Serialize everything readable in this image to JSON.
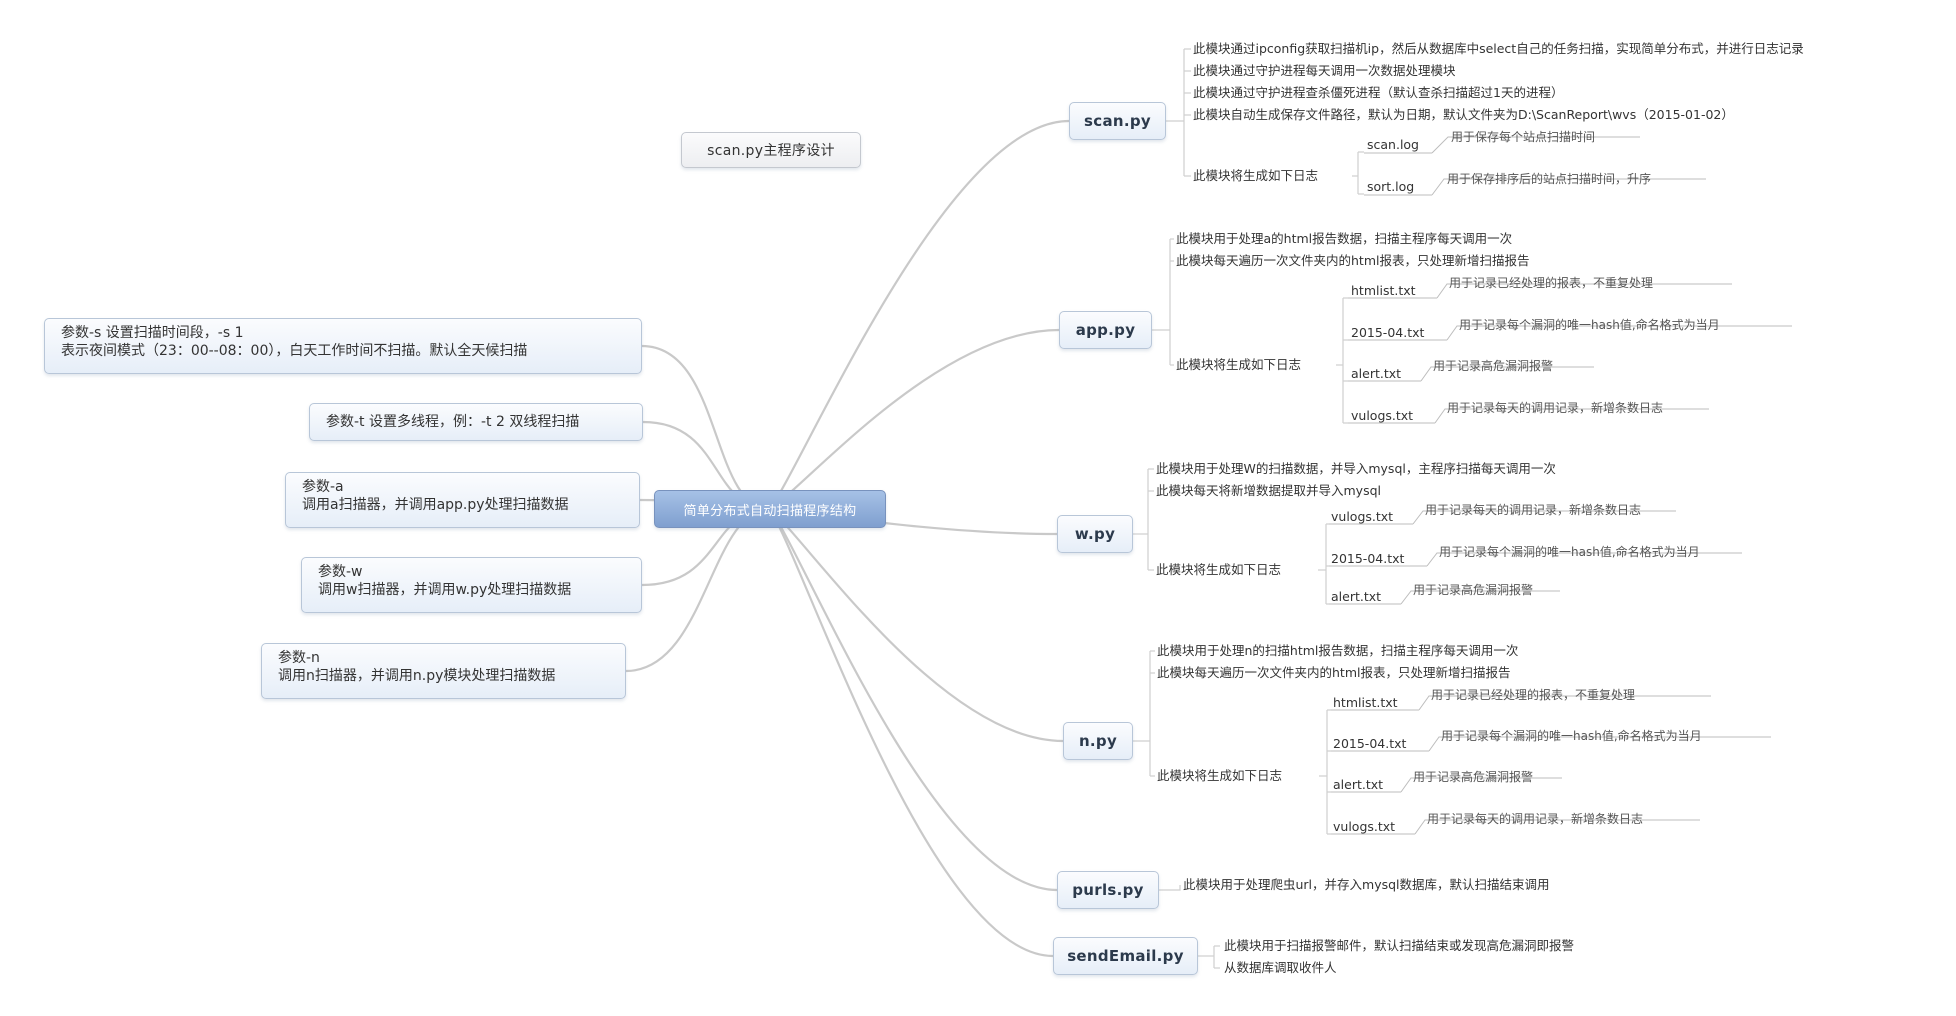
{
  "title_node": "scan.py主程序设计",
  "central": "简单分布式自动扫描程序结构",
  "params": [
    {
      "line1": "参数-s 设置扫描时间段，-s 1",
      "line2": "表示夜间模式（23：00--08：00），白天工作时间不扫描。默认全天候扫描"
    },
    {
      "line1": "参数-t 设置多线程，例：-t 2 双线程扫描",
      "line2": ""
    },
    {
      "line1": "参数-a",
      "line2": "调用a扫描器，并调用app.py处理扫描数据"
    },
    {
      "line1": "参数-w",
      "line2": "调用w扫描器，并调用w.py处理扫描数据"
    },
    {
      "line1": "参数-n",
      "line2": "调用n扫描器，并调用n.py模块处理扫描数据"
    }
  ],
  "modules": {
    "scan": {
      "name": "scan.py",
      "notes": [
        "此模块通过ipconfig获取扫描机ip，然后从数据库中select自己的任务扫描，实现简单分布式，并进行日志记录",
        "此模块通过守护进程每天调用一次数据处理模块",
        "此模块通过守护进程查杀僵死进程（默认查杀扫描超过1天的进程）",
        "此模块自动生成保存文件路径，默认为日期，默认文件夹为D:\\ScanReport\\wvs（2015-01-02）"
      ],
      "log_label": "此模块将生成如下日志",
      "logs": [
        {
          "file": "scan.log",
          "desc": "用于保存每个站点扫描时间"
        },
        {
          "file": "sort.log",
          "desc": "用于保存排序后的站点扫描时间，升序"
        }
      ]
    },
    "app": {
      "name": "app.py",
      "notes": [
        "此模块用于处理a的html报告数据，扫描主程序每天调用一次",
        "此模块每天遍历一次文件夹内的html报表，只处理新增扫描报告"
      ],
      "log_label": "此模块将生成如下日志",
      "logs": [
        {
          "file": "htmlist.txt",
          "desc": "用于记录已经处理的报表，不重复处理"
        },
        {
          "file": "2015-04.txt",
          "desc": "用于记录每个漏洞的唯一hash值,命名格式为当月"
        },
        {
          "file": "alert.txt",
          "desc": "用于记录高危漏洞报警"
        },
        {
          "file": "vulogs.txt",
          "desc": "用于记录每天的调用记录，新增条数日志"
        }
      ]
    },
    "w": {
      "name": "w.py",
      "notes": [
        "此模块用于处理W的扫描数据，并导入mysql，主程序扫描每天调用一次",
        "此模块每天将新增数据提取并导入mysql"
      ],
      "log_label": "此模块将生成如下日志",
      "logs": [
        {
          "file": "vulogs.txt",
          "desc": "用于记录每天的调用记录，新增条数日志"
        },
        {
          "file": "2015-04.txt",
          "desc": "用于记录每个漏洞的唯一hash值,命名格式为当月"
        },
        {
          "file": "alert.txt",
          "desc": "用于记录高危漏洞报警"
        }
      ]
    },
    "n": {
      "name": "n.py",
      "notes": [
        "此模块用于处理n的扫描html报告数据，扫描主程序每天调用一次",
        "此模块每天遍历一次文件夹内的html报表，只处理新增扫描报告"
      ],
      "log_label": "此模块将生成如下日志",
      "logs": [
        {
          "file": "htmlist.txt",
          "desc": "用于记录已经处理的报表，不重复处理"
        },
        {
          "file": "2015-04.txt",
          "desc": "用于记录每个漏洞的唯一hash值,命名格式为当月"
        },
        {
          "file": "alert.txt",
          "desc": "用于记录高危漏洞报警"
        },
        {
          "file": "vulogs.txt",
          "desc": "用于记录每天的调用记录，新增条数日志"
        }
      ]
    },
    "purls": {
      "name": "purls.py",
      "notes": [
        "此模块用于处理爬虫url，并存入mysql数据库，默认扫描结束调用"
      ]
    },
    "send": {
      "name": "sendEmail.py",
      "notes": [
        "此模块用于扫描报警邮件，默认扫描结束或发现高危漏洞即报警",
        "从数据库调取收件人"
      ]
    }
  }
}
